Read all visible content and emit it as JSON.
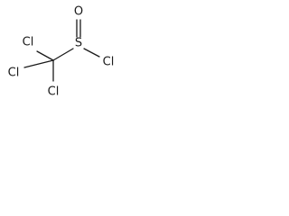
{
  "molecule": {
    "atoms": {
      "oxygen": "O",
      "sulfur": "S",
      "chlorine_on_sulfur": "Cl",
      "chlorine_upper_left": "Cl",
      "chlorine_middle_left": "Cl",
      "chlorine_bottom": "Cl"
    },
    "bond_color": "#1a1a1a",
    "label_color": "#1a1a1a"
  }
}
